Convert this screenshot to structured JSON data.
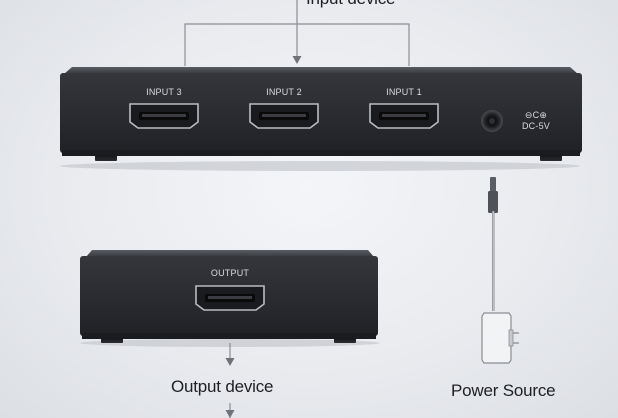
{
  "labels": {
    "input_device": "Input device",
    "output_device": "Output device",
    "power_source": "Power Source"
  },
  "ports": {
    "input_3": "INPUT 3",
    "input_2": "INPUT 2",
    "input_1": "INPUT 1",
    "output": "OUTPUT",
    "dc_symbol": "⊖C⊕",
    "dc_voltage": "DC-5V"
  },
  "colors": {
    "device_body": "#2b2d32",
    "device_top": "#45484e",
    "connector_line": "#8a8d93",
    "label_text": "#1d1f24"
  }
}
